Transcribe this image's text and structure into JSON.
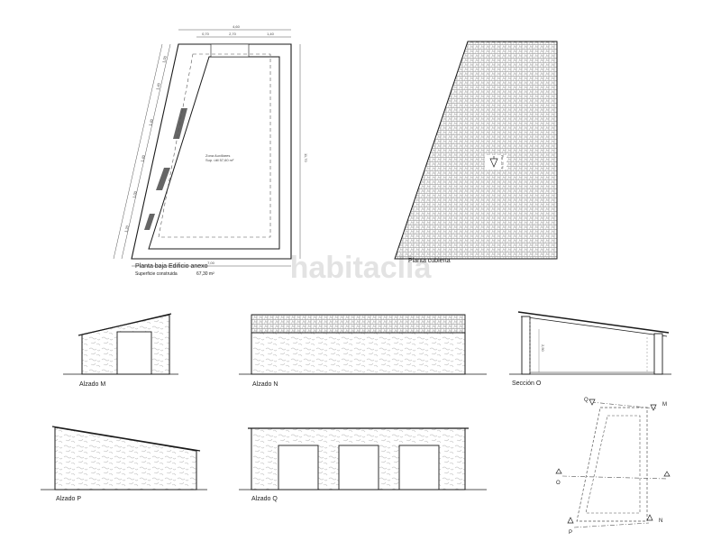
{
  "watermark": "habitaclia",
  "plan": {
    "title": "Planta baja Edificio anexo",
    "area_label": "Superficie construida",
    "area_value": "67,30 m²",
    "room_name": "Zona Auxiliares",
    "room_area": "Sup. útil   57,60 m²",
    "dims": {
      "top_total": "4,60",
      "top_a": "0,70",
      "top_b": "2,70",
      "top_c": "1,40",
      "right": "11,70",
      "bottom": "7,00",
      "left_1": "1,00",
      "left_2": "1,40",
      "left_3": "1,40",
      "left_4": "1,40",
      "left_5": "1,00",
      "left_6": "1,20"
    }
  },
  "roof": {
    "title": "Planta cubierta",
    "slope": "Pte. 25 %"
  },
  "elevations": {
    "m": "Alzado M",
    "n": "Alzado N",
    "o": "Sección O",
    "o_height": "2,50",
    "p": "Alzado P",
    "q": "Alzado Q"
  },
  "key": {
    "m": "M",
    "n": "N",
    "o": "O",
    "p": "P",
    "q": "Q"
  },
  "colors": {
    "line": "#1a1a1a",
    "texture": "#c9c9c9",
    "hatch": "#555555",
    "watermark": "#e3e3e3"
  }
}
